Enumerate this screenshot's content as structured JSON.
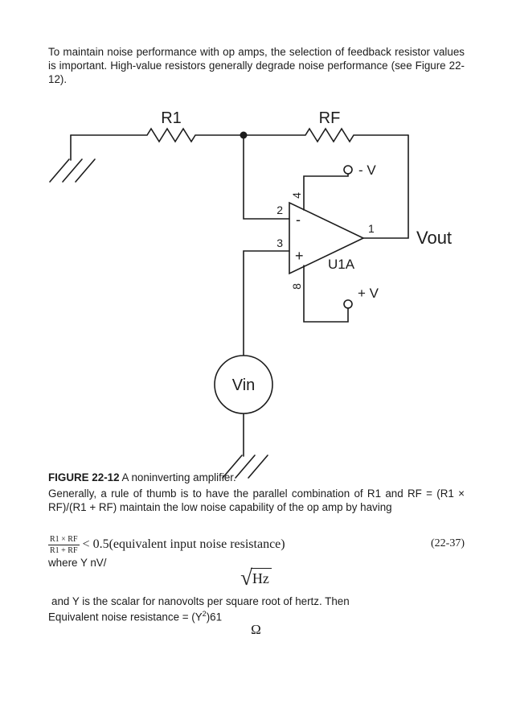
{
  "doc": {
    "intro": "To maintain noise performance with op amps, the selection of feedback resistor values is important. High-value resistors generally degrade noise performance (see Figure 22-12).",
    "caption_label": "FIGURE 22-12",
    "caption_text": " A noninverting amplifier.",
    "body": "Generally, a rule of thumb is to have the parallel combination of R1 and RF = (R1 × RF)/(R1 + RF) maintain the low noise capability of the op amp by having",
    "equation": {
      "num": "R1 × RF",
      "den": "R1 + RF",
      "rhs": "< 0.5(equivalent input noise resistance)",
      "tag": "(22-37)"
    },
    "where_line": "where Y nV/",
    "radical": "√",
    "radicand": "Hz",
    "scalar_line": "and Y is the scalar for nanovolts per square root of hertz. Then",
    "equiv_prefix": "Equivalent noise resistance = (Y",
    "equiv_sup": "2",
    "equiv_suffix": ")61",
    "omega": "Ω"
  },
  "circuit": {
    "r1": "R1",
    "rf": "RF",
    "vout": "Vout",
    "u1a": "U1A",
    "vin": "Vin",
    "neg_supply": "- V",
    "pos_supply": "+ V",
    "pin1": "1",
    "pin2": "2",
    "pin3": "3",
    "pin4": "4",
    "pin8": "8",
    "inverting_sign": "-",
    "noninverting_sign": "+"
  }
}
